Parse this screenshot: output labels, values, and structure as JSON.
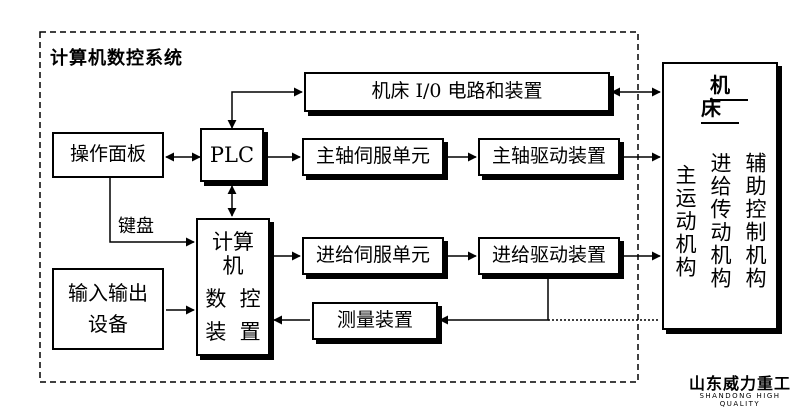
{
  "diagram": {
    "system_title": "计算机数控系统",
    "nodes": {
      "io_circuit": "机床 I/0 电路和装置",
      "operator_panel": "操作面板",
      "plc": "PLC",
      "spindle_servo": "主轴伺服单元",
      "spindle_drive": "主轴驱动装置",
      "keyboard": "键盘",
      "computer_nc": [
        "计算机",
        "数  控",
        "装  置"
      ],
      "feed_servo": "进给伺服单元",
      "feed_drive": "进给驱动装置",
      "io_device": [
        "输入输出",
        "设备"
      ],
      "measure": "测量装置",
      "machine_tool": "机 床",
      "main_motion": "主运动机构",
      "feed_transmission": "进给传动机构",
      "aux_control": "辅助控制机构"
    }
  },
  "logo": {
    "main": "山东威力重工",
    "sub": "SHANDONG HIGH QUALITY"
  }
}
